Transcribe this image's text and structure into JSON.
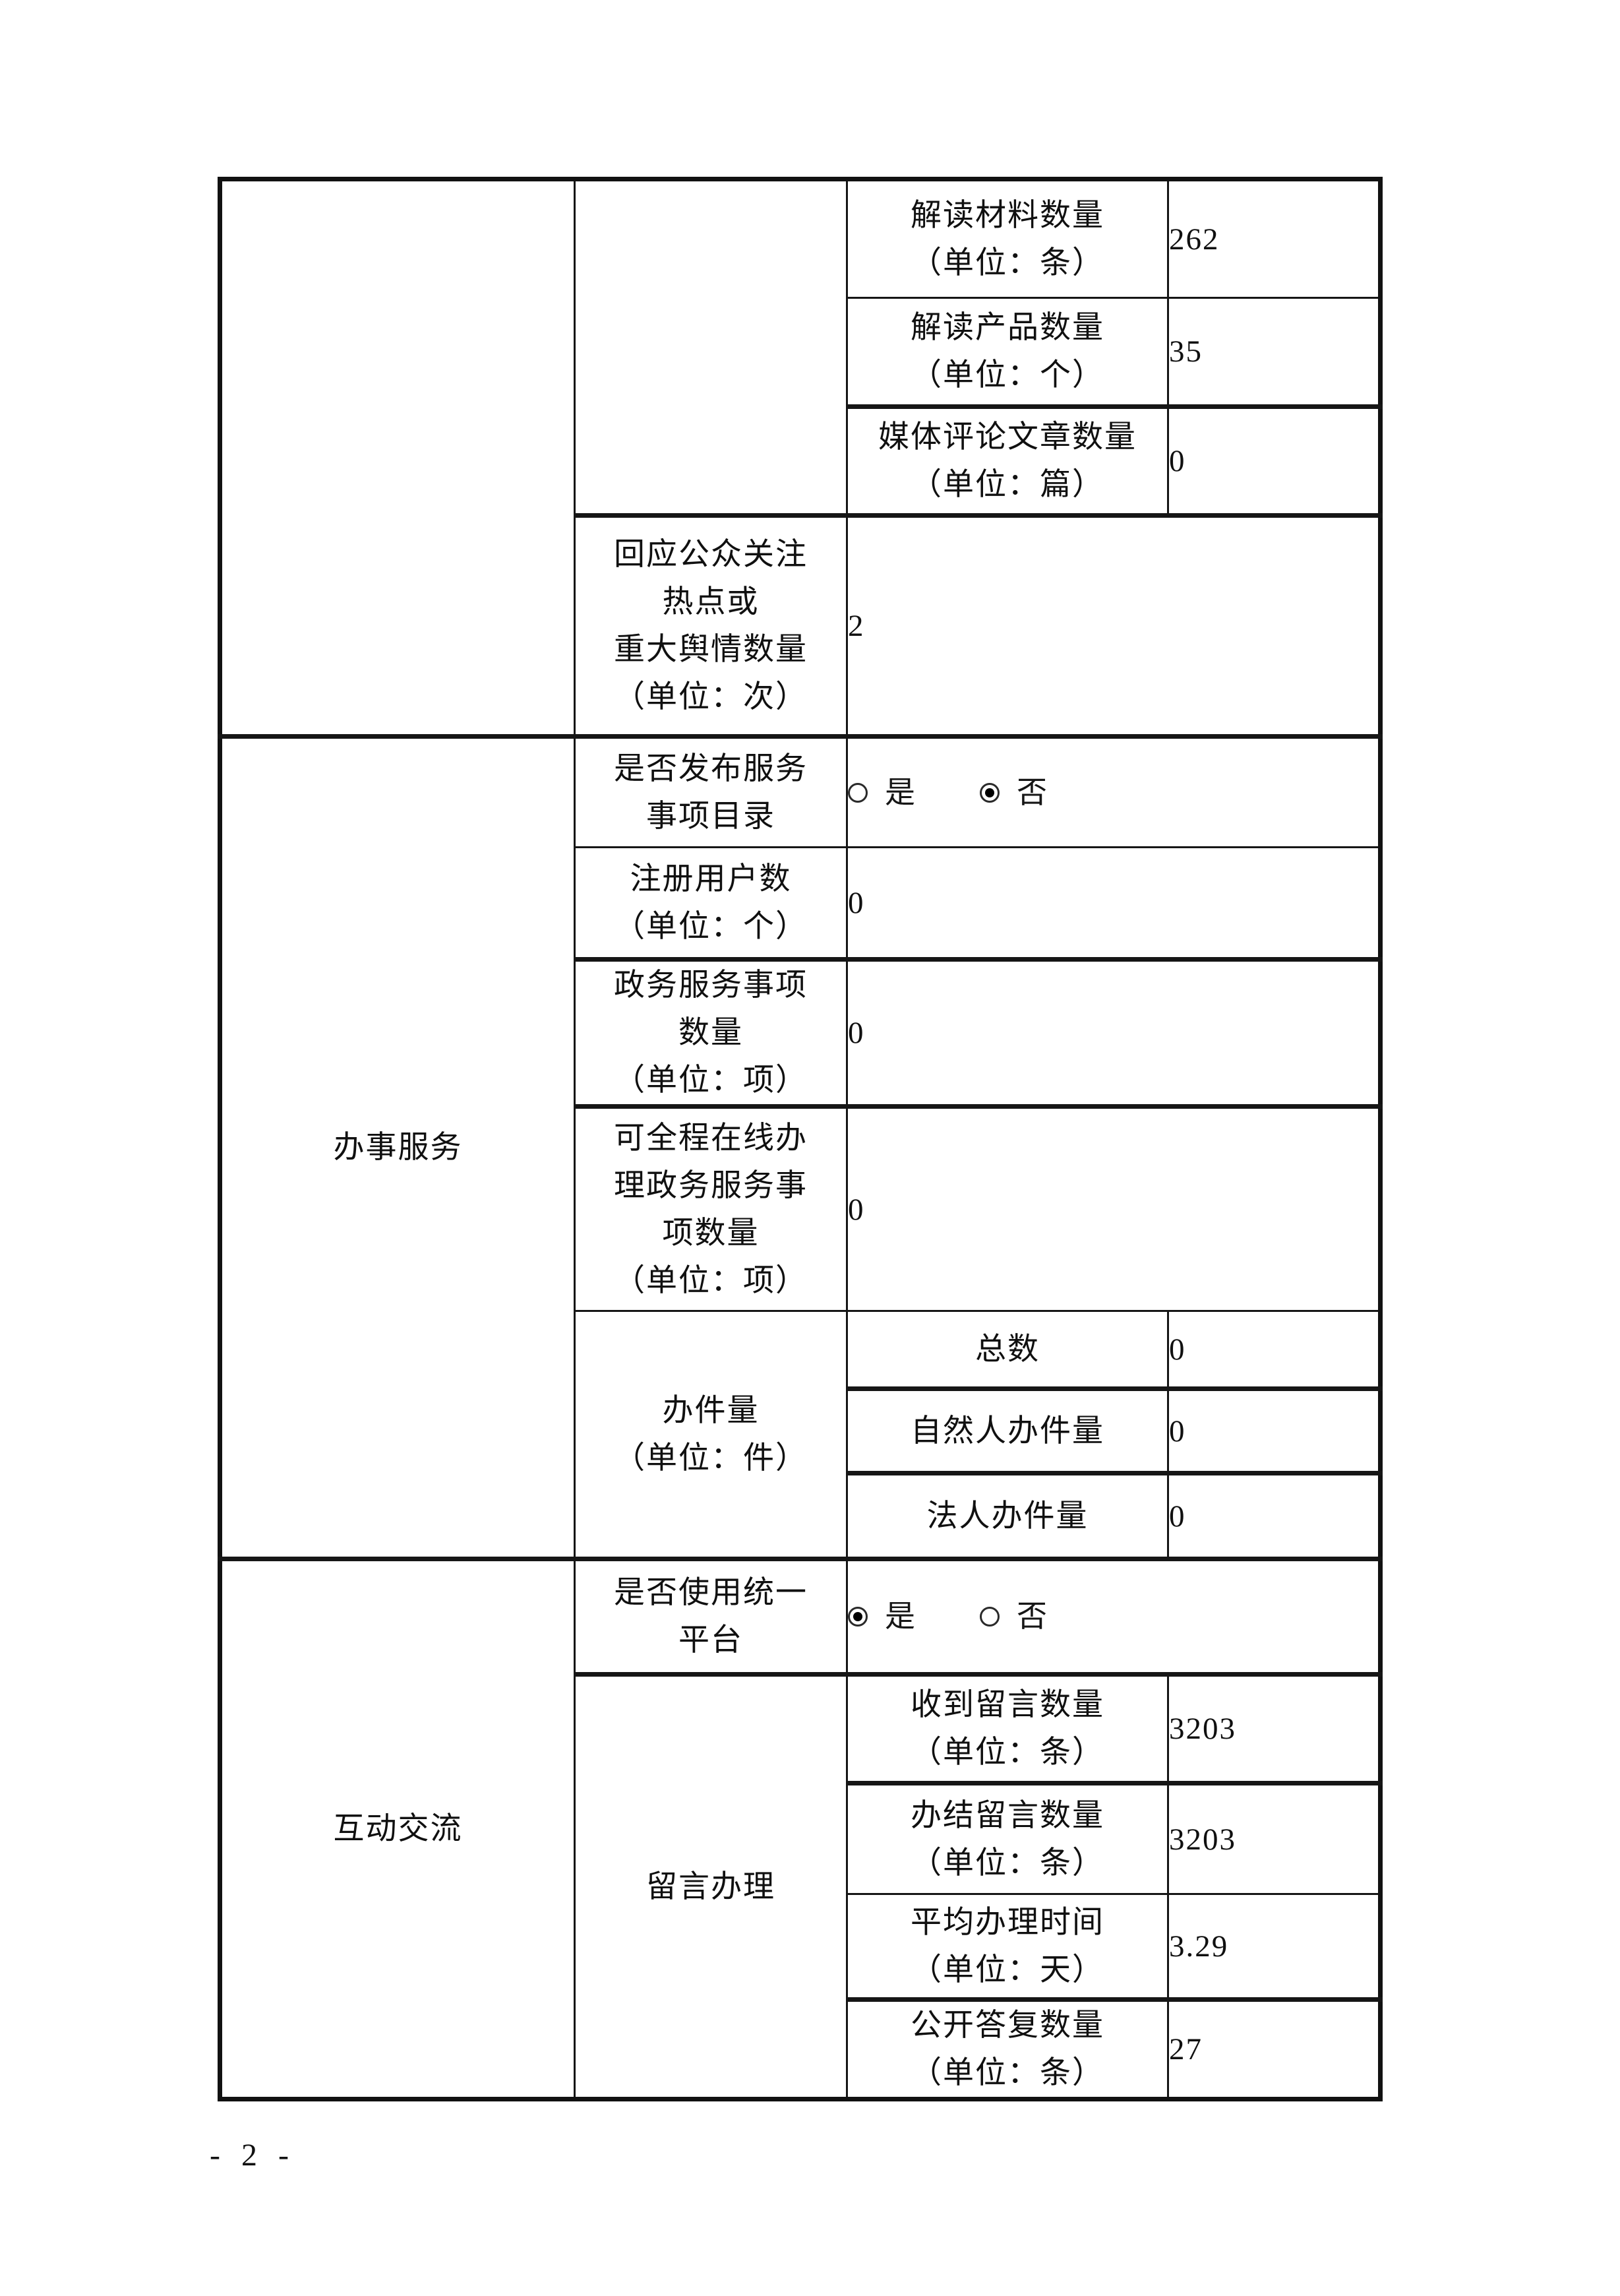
{
  "page": {
    "number": "- 2 -"
  },
  "radio": {
    "yes": "是",
    "no": "否"
  },
  "sections": {
    "service": "办事服务",
    "interaction": "互动交流"
  },
  "rows": {
    "jiedu_cailiao": {
      "lines": [
        "解读材料数量",
        "（单位：条）"
      ],
      "value": "262"
    },
    "jiedu_chanpin": {
      "lines": [
        "解读产品数量",
        "（单位：个）"
      ],
      "value": "35"
    },
    "meiti_pinglun": {
      "lines": [
        "媒体评论文章数量",
        "（单位：篇）"
      ],
      "value": "0"
    },
    "huiying": {
      "lines": [
        "回应公众关注",
        "热点或",
        "重大舆情数量",
        "（单位：次）"
      ],
      "value": "2"
    },
    "fabu_mulu": {
      "lines": [
        "是否发布服务",
        "事项目录"
      ],
      "selected": "否"
    },
    "zhuce": {
      "lines": [
        "注册用户数",
        "（单位：个）"
      ],
      "value": "0"
    },
    "zhengwu": {
      "lines": [
        "政务服务事项",
        "数量",
        "（单位：项）"
      ],
      "value": "0"
    },
    "quancheng": {
      "lines": [
        "可全程在线办",
        "理政务服务事",
        "项数量",
        "（单位：项）"
      ],
      "value": "0"
    },
    "banjianliang": {
      "lines": [
        "办件量",
        "（单位：件）"
      ]
    },
    "zongshu": {
      "label": "总数",
      "value": "0"
    },
    "ziranren": {
      "label": "自然人办件量",
      "value": "0"
    },
    "faren": {
      "label": "法人办件量",
      "value": "0"
    },
    "tongyi": {
      "lines": [
        "是否使用统一",
        "平台"
      ],
      "selected": "是"
    },
    "liuyan": {
      "label": "留言办理"
    },
    "shoudao": {
      "lines": [
        "收到留言数量",
        "（单位：条）"
      ],
      "value": "3203"
    },
    "banjie": {
      "lines": [
        "办结留言数量",
        "（单位：条）"
      ],
      "value": "3203"
    },
    "pingjun": {
      "lines": [
        "平均办理时间",
        "（单位：天）"
      ],
      "value": "3.29"
    },
    "gongkai": {
      "lines": [
        "公开答复数量",
        "（单位：条）"
      ],
      "value": "27"
    }
  }
}
